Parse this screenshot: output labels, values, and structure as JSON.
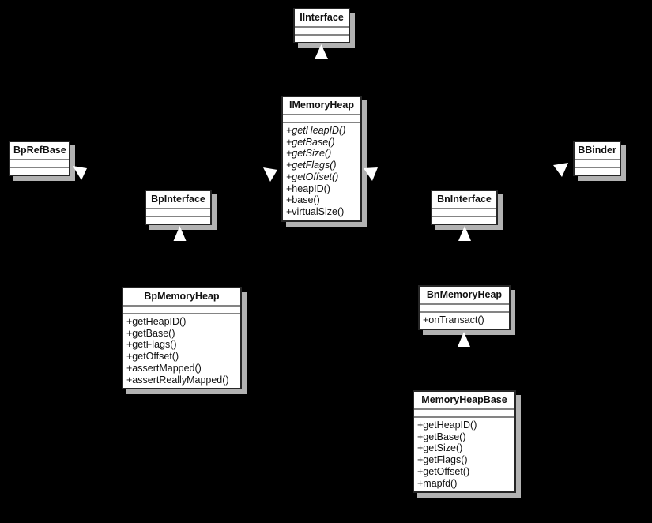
{
  "diagram": {
    "background": "#000000",
    "box_fill": "#ffffff",
    "box_border_color": "#262626",
    "separator_color": "#848484",
    "shadow_color": "#b2b2b2",
    "arrowhead_fill": "#ffffff"
  },
  "classes": [
    {
      "name": "IInterface",
      "attributes": [],
      "methods": []
    },
    {
      "name": "IMemoryHeap",
      "attributes": [],
      "methods": [
        {
          "text": "+getHeapID()",
          "abstract": true
        },
        {
          "text": "+getBase()",
          "abstract": true
        },
        {
          "text": "+getSize()",
          "abstract": true
        },
        {
          "text": "+getFlags()",
          "abstract": true
        },
        {
          "text": "+getOffset()",
          "abstract": true
        },
        {
          "text": "+heapID()",
          "abstract": false
        },
        {
          "text": "+base()",
          "abstract": false
        },
        {
          "text": "+virtualSize()",
          "abstract": false
        }
      ]
    },
    {
      "name": "BpRefBase",
      "attributes": [],
      "methods": []
    },
    {
      "name": "BBinder",
      "attributes": [],
      "methods": []
    },
    {
      "name": "BpInterface",
      "attributes": [],
      "methods": []
    },
    {
      "name": "BnInterface",
      "attributes": [],
      "methods": []
    },
    {
      "name": "BpMemoryHeap",
      "attributes": [],
      "methods": [
        {
          "text": "+getHeapID()",
          "abstract": false
        },
        {
          "text": "+getBase()",
          "abstract": false
        },
        {
          "text": "+getFlags()",
          "abstract": false
        },
        {
          "text": "+getOffset()",
          "abstract": false
        },
        {
          "text": "+assertMapped()",
          "abstract": false
        },
        {
          "text": "+assertReallyMapped()",
          "abstract": false
        }
      ]
    },
    {
      "name": "BnMemoryHeap",
      "attributes": [],
      "methods": [
        {
          "text": "+onTransact()",
          "abstract": false
        }
      ]
    },
    {
      "name": "MemoryHeapBase",
      "attributes": [],
      "methods": [
        {
          "text": "+getHeapID()",
          "abstract": false
        },
        {
          "text": "+getBase()",
          "abstract": false
        },
        {
          "text": "+getSize()",
          "abstract": false
        },
        {
          "text": "+getFlags()",
          "abstract": false
        },
        {
          "text": "+getOffset()",
          "abstract": false
        },
        {
          "text": "+mapfd()",
          "abstract": false
        }
      ]
    }
  ],
  "relationships": [
    {
      "type": "hollow-triangle-arrowhead",
      "from": "IMemoryHeap",
      "to": "IInterface"
    },
    {
      "type": "hollow-triangle-arrowhead",
      "from": "BpInterface",
      "to": "BpRefBase"
    },
    {
      "type": "hollow-triangle-arrowhead",
      "from": "BpInterface",
      "to": "IMemoryHeap"
    },
    {
      "type": "hollow-triangle-arrowhead",
      "from": "BnInterface",
      "to": "IMemoryHeap"
    },
    {
      "type": "hollow-triangle-arrowhead",
      "from": "BnInterface",
      "to": "BBinder"
    },
    {
      "type": "hollow-triangle-arrowhead",
      "from": "BpMemoryHeap",
      "to": "BpInterface"
    },
    {
      "type": "hollow-triangle-arrowhead",
      "from": "BnMemoryHeap",
      "to": "BnInterface"
    },
    {
      "type": "hollow-triangle-arrowhead",
      "from": "MemoryHeapBase",
      "to": "BnMemoryHeap"
    }
  ]
}
